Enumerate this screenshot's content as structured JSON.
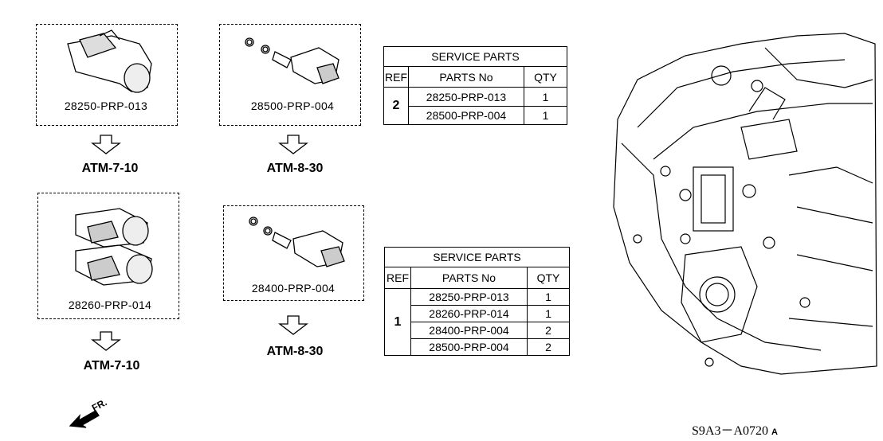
{
  "diagram": {
    "groups": [
      {
        "part_no": "28250-PRP-013",
        "ref_page": "ATM-7-10"
      },
      {
        "part_no": "28500-PRP-004",
        "ref_page": "ATM-8-30"
      },
      {
        "part_no": "28260-PRP-014",
        "ref_page": "ATM-7-10"
      },
      {
        "part_no": "28400-PRP-004",
        "ref_page": "ATM-8-30"
      }
    ],
    "tables": [
      {
        "title": "SERVICE PARTS",
        "headers": {
          "ref": "REF",
          "parts_no": "PARTS No",
          "qty": "QTY"
        },
        "ref": "2",
        "rows": [
          {
            "parts_no": "28250-PRP-013",
            "qty": "1"
          },
          {
            "parts_no": "28500-PRP-004",
            "qty": "1"
          }
        ]
      },
      {
        "title": "SERVICE PARTS",
        "headers": {
          "ref": "REF",
          "parts_no": "PARTS No",
          "qty": "QTY"
        },
        "ref": "1",
        "rows": [
          {
            "parts_no": "28250-PRP-013",
            "qty": "1"
          },
          {
            "parts_no": "28260-PRP-014",
            "qty": "1"
          },
          {
            "parts_no": "28400-PRP-004",
            "qty": "2"
          },
          {
            "parts_no": "28500-PRP-004",
            "qty": "2"
          }
        ]
      }
    ],
    "front_indicator": "FR.",
    "diagram_code": "S9A3－A0720",
    "diagram_code_suffix": "A"
  }
}
